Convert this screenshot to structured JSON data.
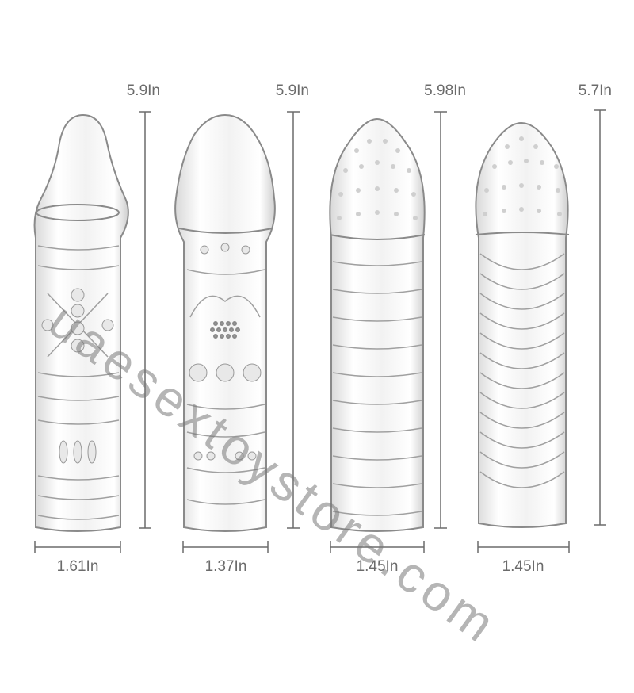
{
  "products": [
    {
      "height": "5.9In",
      "width": "1.61In"
    },
    {
      "height": "5.9In",
      "width": "1.37In"
    },
    {
      "height": "5.98In",
      "width": "1.45In"
    },
    {
      "height": "5.7In",
      "width": "1.45In"
    }
  ],
  "watermark": "uaesextoystore.com",
  "colors": {
    "dimension": "#6b6b6b",
    "outline": "#8a8a8a",
    "background": "#ffffff"
  }
}
